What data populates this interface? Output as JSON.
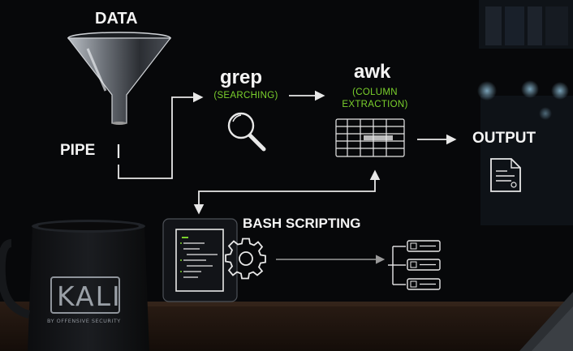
{
  "flow": {
    "data_label": "DATA",
    "pipe_label": "PIPE",
    "grep_label": "grep",
    "grep_sub": "(SEARCHING)",
    "awk_label": "awk",
    "awk_sub_1": "(COLUMN",
    "awk_sub_2": "EXTRACTION)",
    "output_label": "OUTPUT",
    "bash_label": "BASH SCRIPTING"
  },
  "mug": {
    "logo": "KALI",
    "tagline": "BY OFFENSIVE SECURITY"
  },
  "icons": [
    "funnel-icon",
    "magnifier-icon",
    "table-icon",
    "document-icon",
    "script-icon",
    "gear-icon",
    "task-list-icon"
  ],
  "colors": {
    "background": "#08090b",
    "line": "#e8e8e8",
    "accent_green": "#7bd12c",
    "text": "#f4f4f4"
  }
}
